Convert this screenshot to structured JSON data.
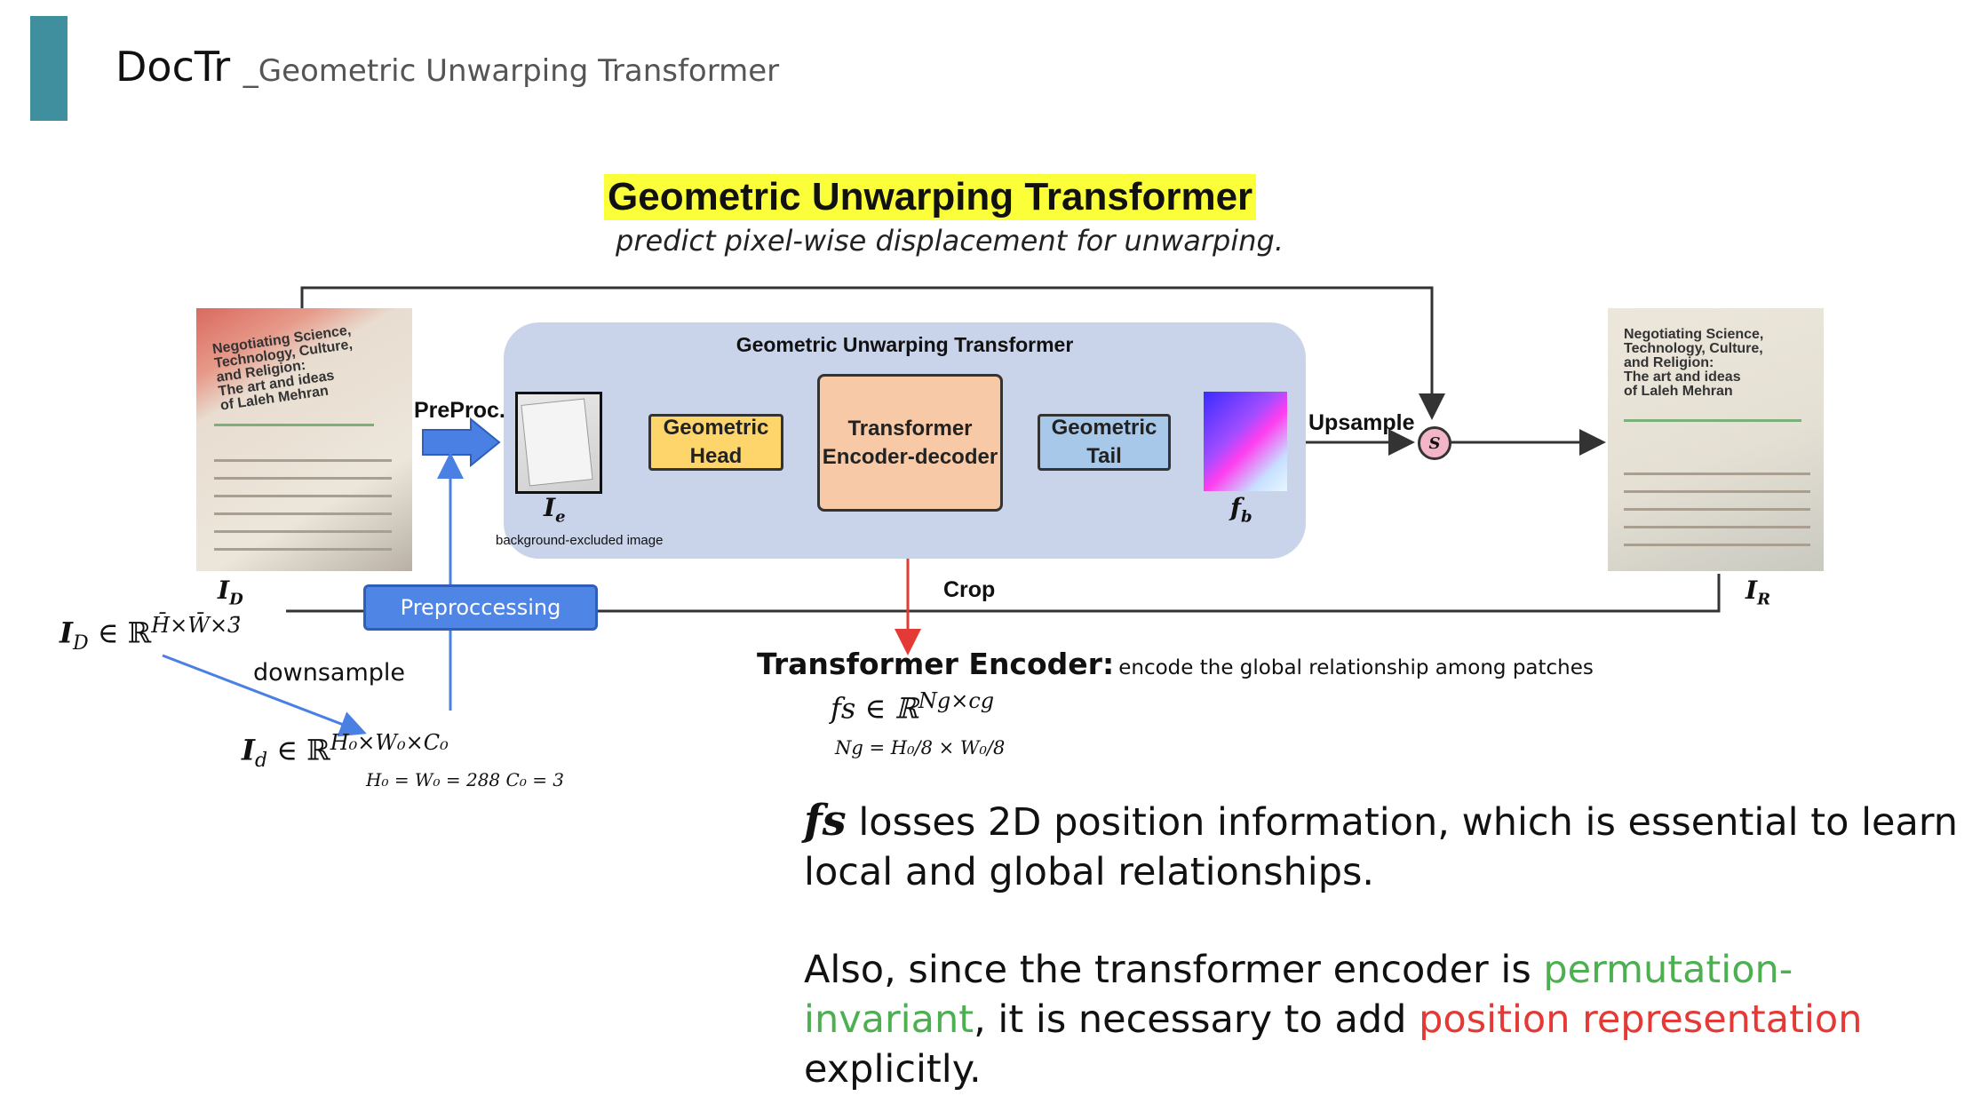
{
  "header": {
    "title": "DocTr",
    "subtitle": "_Geometric Unwarping Transformer"
  },
  "headline": {
    "title": "Geometric Unwarping Transformer",
    "subtitle": "predict pixel-wise displacement for unwarping."
  },
  "diagram": {
    "panel_title": "Geometric Unwarping Transformer",
    "preproc_label": "PreProc.",
    "geometric_head": "Geometric\nHead",
    "transformer": "Transformer\nEncoder-decoder",
    "geometric_tail": "Geometric\nTail",
    "upsample_label": "Upsample",
    "crop_label": "Crop",
    "s_symbol": "S",
    "ie_label": "I",
    "ie_sub": "e",
    "ie_caption": "background-excluded image",
    "fb_label": "f",
    "fb_sub": "b",
    "id_label": "I",
    "id_sub": "D",
    "ir_label": "I",
    "ir_sub": "R",
    "doc_title": "Negotiating Science,\nTechnology, Culture,\nand Religion:\nThe art and ideas\nof Laleh Mehran",
    "preprocessing_button": "Preproccessing"
  },
  "math": {
    "ID_lhs": "I",
    "ID_sub": "D",
    "ID_in": "∈ ℝ",
    "ID_exp": "H̄×W̄×3̄",
    "downsample": "downsample",
    "Id_lhs": "I",
    "Id_sub": "d",
    "Id_in": "∈ ℝ",
    "Id_exp": "H₀×W₀×C₀",
    "Id_note": "H₀ = W₀ = 288  C₀ = 3",
    "fs_formula": "fs ∈ ℝ",
    "fs_exp": "Ng×cg",
    "ng_formula": "Ng = H₀/8 × W₀/8"
  },
  "encoder": {
    "title": "Transformer Encoder:",
    "desc": "encode the global relationship among patches"
  },
  "body": {
    "fs_symbol": "fs",
    "para1": " losses 2D position information, which is essential to learn local and global relationships.",
    "para2_a": "Also, since the transformer encoder is ",
    "para2_green": "permutation-invariant",
    "para2_b": ", it is necessary to add ",
    "para2_red": "position representation",
    "para2_c": " explicitly."
  },
  "colors": {
    "accent": "#3f8f9e",
    "highlight": "#fbff3a",
    "panel": "#c9d3ea",
    "head": "#fdd56b",
    "transformer": "#f8c9a6",
    "tail": "#a8c8ea",
    "button": "#4f86e6",
    "arrow_blue": "#4a7fe3",
    "arrow_red": "#e53935",
    "green_text": "#4caf50",
    "red_text": "#e53935"
  }
}
